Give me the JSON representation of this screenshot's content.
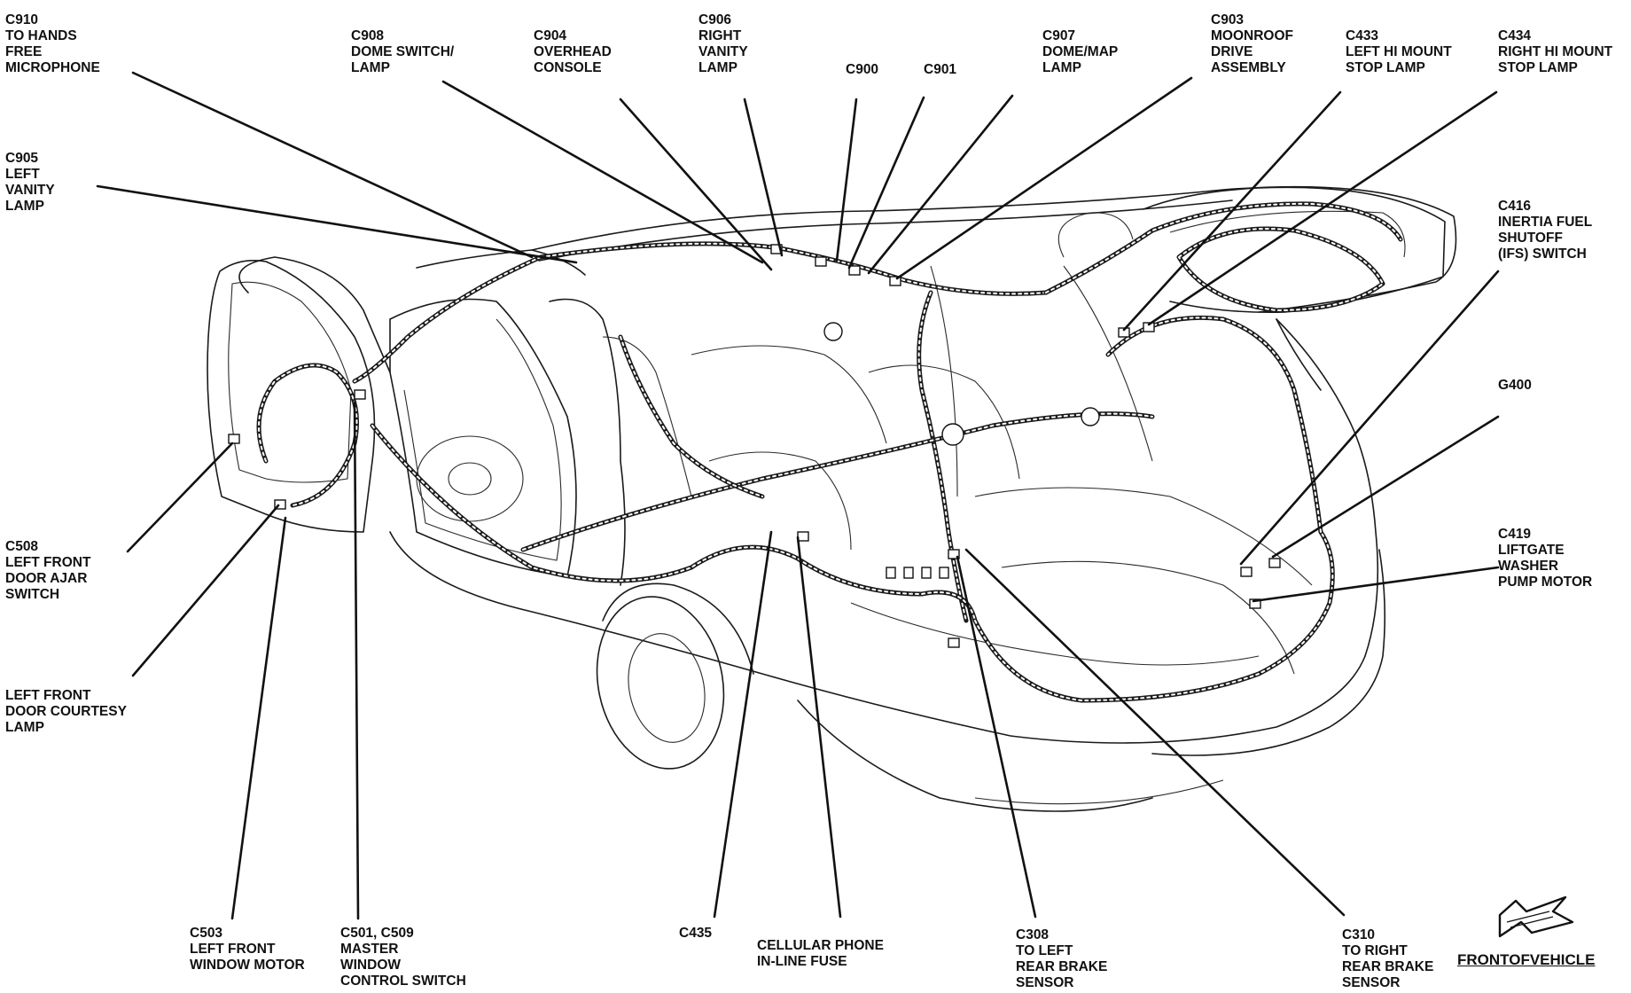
{
  "labels": [
    {
      "id": "c910",
      "lines": [
        "C910",
        "TO HANDS",
        "FREE",
        "MICROPHONE"
      ]
    },
    {
      "id": "c908",
      "lines": [
        "C908",
        "DOME SWITCH/",
        "LAMP"
      ]
    },
    {
      "id": "c904",
      "lines": [
        "C904",
        "OVERHEAD",
        "CONSOLE"
      ]
    },
    {
      "id": "c906",
      "lines": [
        "C906",
        "RIGHT",
        "VANITY",
        "LAMP"
      ]
    },
    {
      "id": "c900",
      "lines": [
        "C900"
      ]
    },
    {
      "id": "c901",
      "lines": [
        "C901"
      ]
    },
    {
      "id": "c907",
      "lines": [
        "C907",
        "DOME/MAP",
        "LAMP"
      ]
    },
    {
      "id": "c903",
      "lines": [
        "C903",
        "MOONROOF",
        "DRIVE",
        "ASSEMBLY"
      ]
    },
    {
      "id": "c433",
      "lines": [
        "C433",
        "LEFT HI MOUNT",
        "STOP LAMP"
      ]
    },
    {
      "id": "c434",
      "lines": [
        "C434",
        "RIGHT HI MOUNT",
        "STOP LAMP"
      ]
    },
    {
      "id": "c905",
      "lines": [
        "C905",
        "LEFT",
        "VANITY",
        "LAMP"
      ]
    },
    {
      "id": "c416",
      "lines": [
        "C416",
        "INERTIA FUEL",
        "SHUTOFF",
        "(IFS) SWITCH"
      ]
    },
    {
      "id": "g400",
      "lines": [
        "G400"
      ]
    },
    {
      "id": "c419",
      "lines": [
        "C419",
        "LIFTGATE",
        "WASHER",
        "PUMP MOTOR"
      ]
    },
    {
      "id": "c508",
      "lines": [
        "C508",
        "LEFT FRONT",
        "DOOR AJAR",
        "SWITCH"
      ]
    },
    {
      "id": "courtesy",
      "lines": [
        "LEFT FRONT",
        "DOOR COURTESY",
        "LAMP"
      ]
    },
    {
      "id": "c503",
      "lines": [
        "C503",
        "LEFT FRONT",
        "WINDOW MOTOR"
      ]
    },
    {
      "id": "c501",
      "lines": [
        "C501, C509",
        "MASTER",
        "WINDOW",
        "CONTROL SWITCH"
      ]
    },
    {
      "id": "c435",
      "lines": [
        "C435"
      ]
    },
    {
      "id": "cellular",
      "lines": [
        "CELLULAR PHONE",
        "IN-LINE FUSE"
      ]
    },
    {
      "id": "c308",
      "lines": [
        "C308",
        "TO LEFT",
        "REAR BRAKE",
        "SENSOR"
      ]
    },
    {
      "id": "c310",
      "lines": [
        "C310",
        "TO RIGHT",
        "REAR BRAKE",
        "SENSOR"
      ]
    }
  ],
  "front_indicator": {
    "label": "FRONTOFVEHICLE",
    "icon": "front-arrow-icon"
  }
}
